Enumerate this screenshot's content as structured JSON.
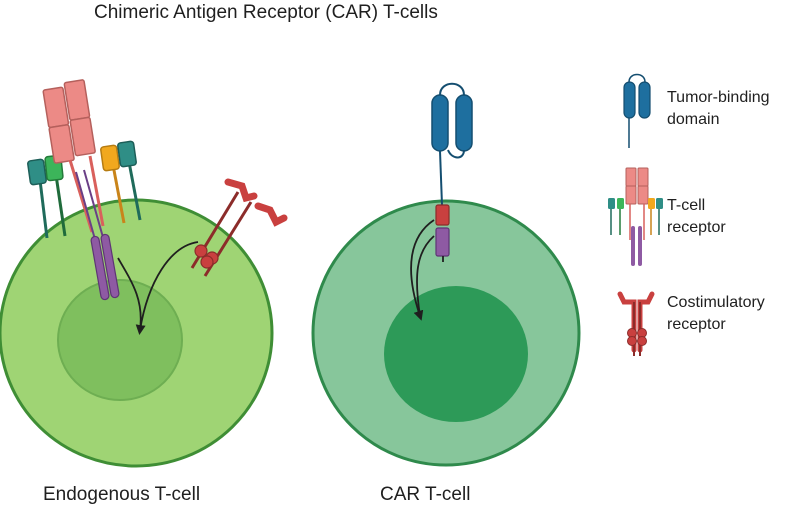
{
  "title": "Chimeric Antigen Receptor (CAR) T-cells",
  "cells": {
    "endogenous_label": "Endogenous T-cell",
    "car_label": "CAR T-cell"
  },
  "legend": {
    "tumor_binding": {
      "line1": "Tumor-binding",
      "line2": "domain"
    },
    "tcell_receptor": {
      "line1": "T-cell",
      "line2": "receptor"
    },
    "costimulatory": {
      "line1": "Costimulatory",
      "line2": "receptor"
    }
  },
  "colors": {
    "endogenous_cytoplasm": "#9fd474",
    "endogenous_nucleus": "#7fbf5e",
    "endogenous_membrane": "#3f8e35",
    "car_cytoplasm": "#87c69b",
    "car_nucleus": "#2d9a58",
    "car_membrane": "#2f8a4c",
    "tcr_pink": "#ec8a86",
    "tcr_purple": "#8e5aa3",
    "coreceptor_teal": "#2f8e86",
    "coreceptor_green": "#3cb55a",
    "coreceptor_orange": "#f1a81e",
    "costim_red": "#c9403f",
    "tumor_blue": "#1e6f9f",
    "arrow": "#1f1f1f"
  }
}
